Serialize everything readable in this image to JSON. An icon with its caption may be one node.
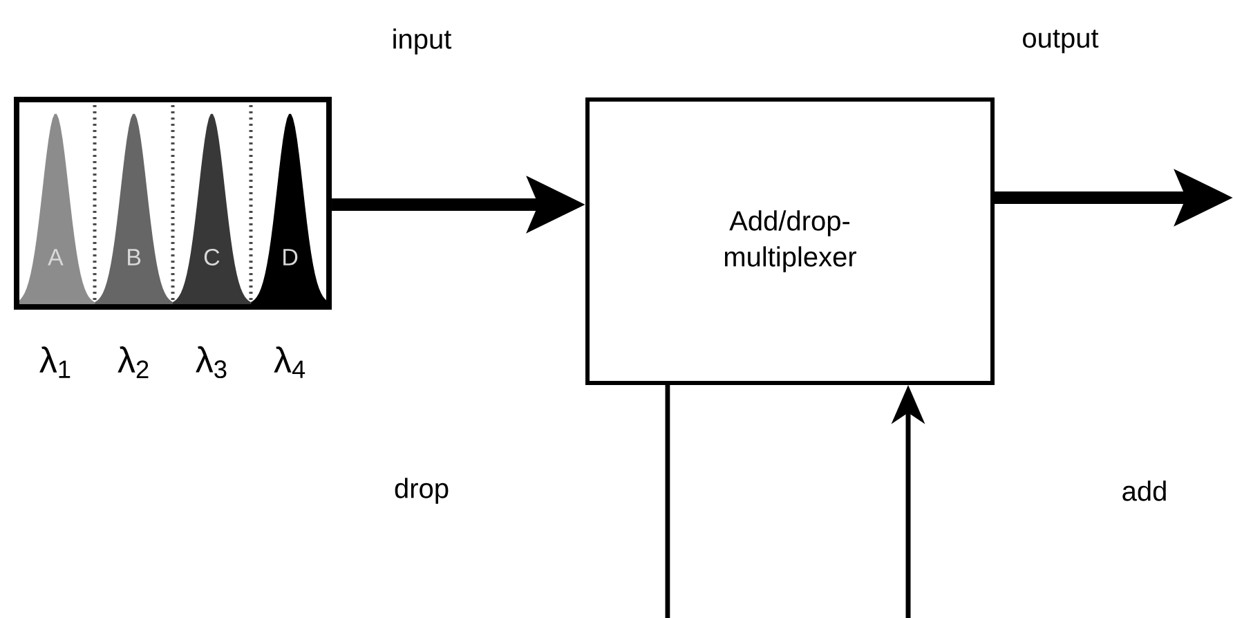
{
  "diagram": {
    "nodes": [
      {
        "text": [
          "A",
          "B",
          "C",
          "D"
        ],
        "beside": [
          "λ$_{1}$",
          "λ$_{2}$",
          "λ$_{3}$",
          "λ$_{4}$"
        ]
      },
      {
        "text": [
          "Add/drop-multiplexer"
        ]
      }
    ],
    "edges": [
      {
        "from": 0,
        "to": 1,
        "arrow": "to",
        "style": "thick"
      },
      {
        "from": 1,
        "to": null,
        "arrow": "to",
        "style": "thick"
      },
      {
        "from": 1,
        "to": null,
        "arrow": "none"
      },
      {
        "from": null,
        "to": 1,
        "arrow": "to"
      }
    ],
    "labels": [
      "input",
      "output",
      "drop",
      "add"
    ]
  }
}
